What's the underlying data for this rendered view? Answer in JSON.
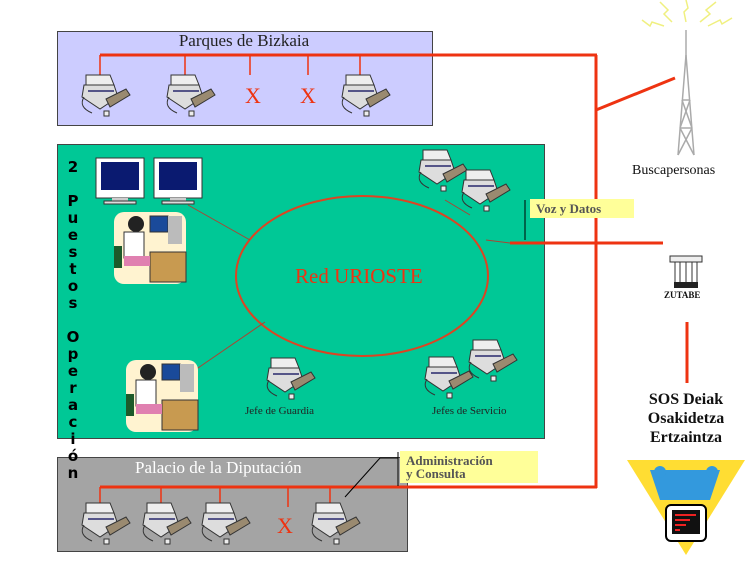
{
  "parques": {
    "title": "Parques de Bizkaia",
    "x_marks": [
      "X",
      "X"
    ]
  },
  "red": {
    "center_label": "Red URIOSTE"
  },
  "operators": {
    "label": "2 Puestos Operación"
  },
  "jefe_guardia": "Jefe de Guardia",
  "jefes_servicio": "Jefes de Servicio",
  "voz_datos": "Voz y Datos",
  "palacio": {
    "title": "Palacio de la Diputación",
    "x_mark": "X"
  },
  "admin": {
    "line1": "Administración",
    "line2": "y Consulta"
  },
  "buscapersonas": "Buscapersonas",
  "zutabe": "ZUTABE",
  "sos": {
    "line1": "SOS Deiak",
    "line2": "Osakidetza",
    "line3": "Ertzaintza"
  },
  "colors": {
    "red": "#ee3311",
    "green": "#00c896",
    "lavender": "#ccccff",
    "gray": "#a4a4a4",
    "yellow": "#ffff99"
  }
}
